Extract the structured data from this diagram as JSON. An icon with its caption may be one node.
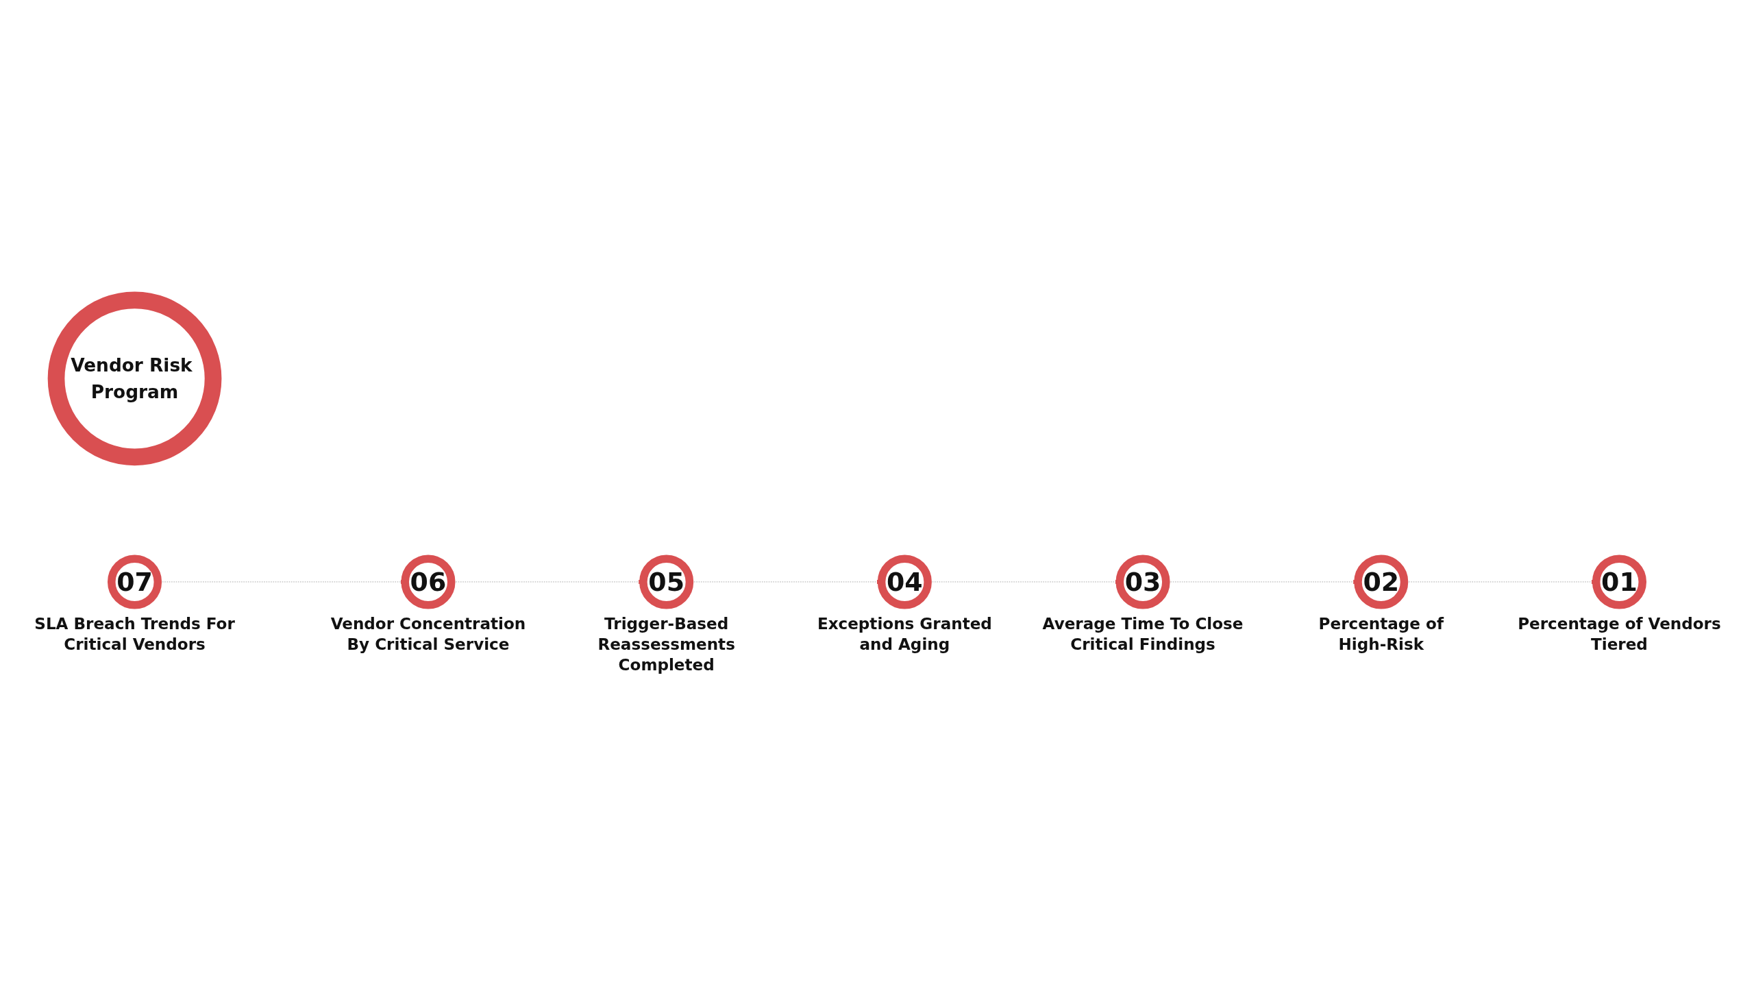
{
  "diagram": {
    "nodes": [
      {
        "text": [
          "Vendor Risk Program"
        ]
      },
      {
        "text": [
          "01"
        ],
        "beside": [
          "Percentage of Vendors Tiered"
        ]
      },
      {
        "text": [
          "02"
        ],
        "beside": [
          "Percentage of High-Risk"
        ]
      },
      {
        "text": [
          "03"
        ],
        "beside": [
          "Average Time To Close Critical Findings"
        ]
      },
      {
        "text": [
          "04"
        ],
        "beside": [
          "Exceptions Granted and Aging"
        ]
      },
      {
        "text": [
          "05"
        ],
        "beside": [
          "Trigger-Based Reassessments Completed"
        ]
      },
      {
        "text": [
          "06"
        ],
        "beside": [
          "Vendor Concentration By Critical Service"
        ]
      },
      {
        "text": [
          "07"
        ],
        "beside": [
          "SLA Breach Trends For Critical Vendors"
        ]
      }
    ],
    "edges": [
      {
        "from": 7,
        "to": 6,
        "arrow": "to",
        "style": "dashed"
      },
      {
        "from": 6,
        "to": 5,
        "arrow": "to",
        "style": "dashed"
      },
      {
        "from": 5,
        "to": 4,
        "arrow": "to",
        "style": "dashed"
      },
      {
        "from": 4,
        "to": 3,
        "arrow": "to",
        "style": "dashed"
      },
      {
        "from": 3,
        "to": 2,
        "arrow": "to",
        "style": "dashed"
      },
      {
        "from": 2,
        "to": 1,
        "arrow": "to",
        "style": "dashed"
      }
    ]
  }
}
